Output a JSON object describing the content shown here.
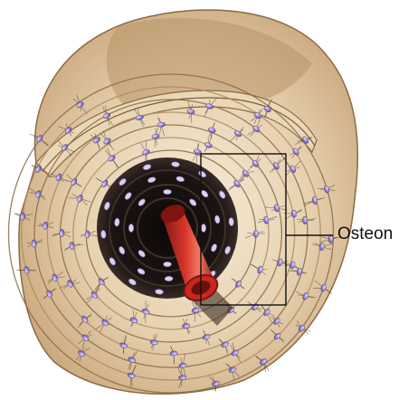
{
  "diagram": {
    "labels": {
      "osteon": "Osteon"
    },
    "colors": {
      "bone_light": "#f3e6cf",
      "bone_mid": "#dcc09a",
      "bone_dark": "#b08a5e",
      "bone_shadow": "#6e4e2c",
      "outer_band": "#e8d4b2",
      "outer_band_edge": "#8a6a44",
      "canaliculi": "#4a3a30",
      "osteocyte": "#9a86d0",
      "osteocyte_edge": "#5d4c93",
      "osteocyte_highlight": "#d9cff2",
      "canal_dark": "#151010",
      "canal_ring": "#3a2c28",
      "vessel_red": "#c8281e",
      "vessel_dark": "#7d1510",
      "vessel_highlight": "#f07a64",
      "callout": "#111111"
    },
    "icons": {
      "osteocyte": "lacuna-dot",
      "blood_vessel": "vessel-tube"
    }
  }
}
